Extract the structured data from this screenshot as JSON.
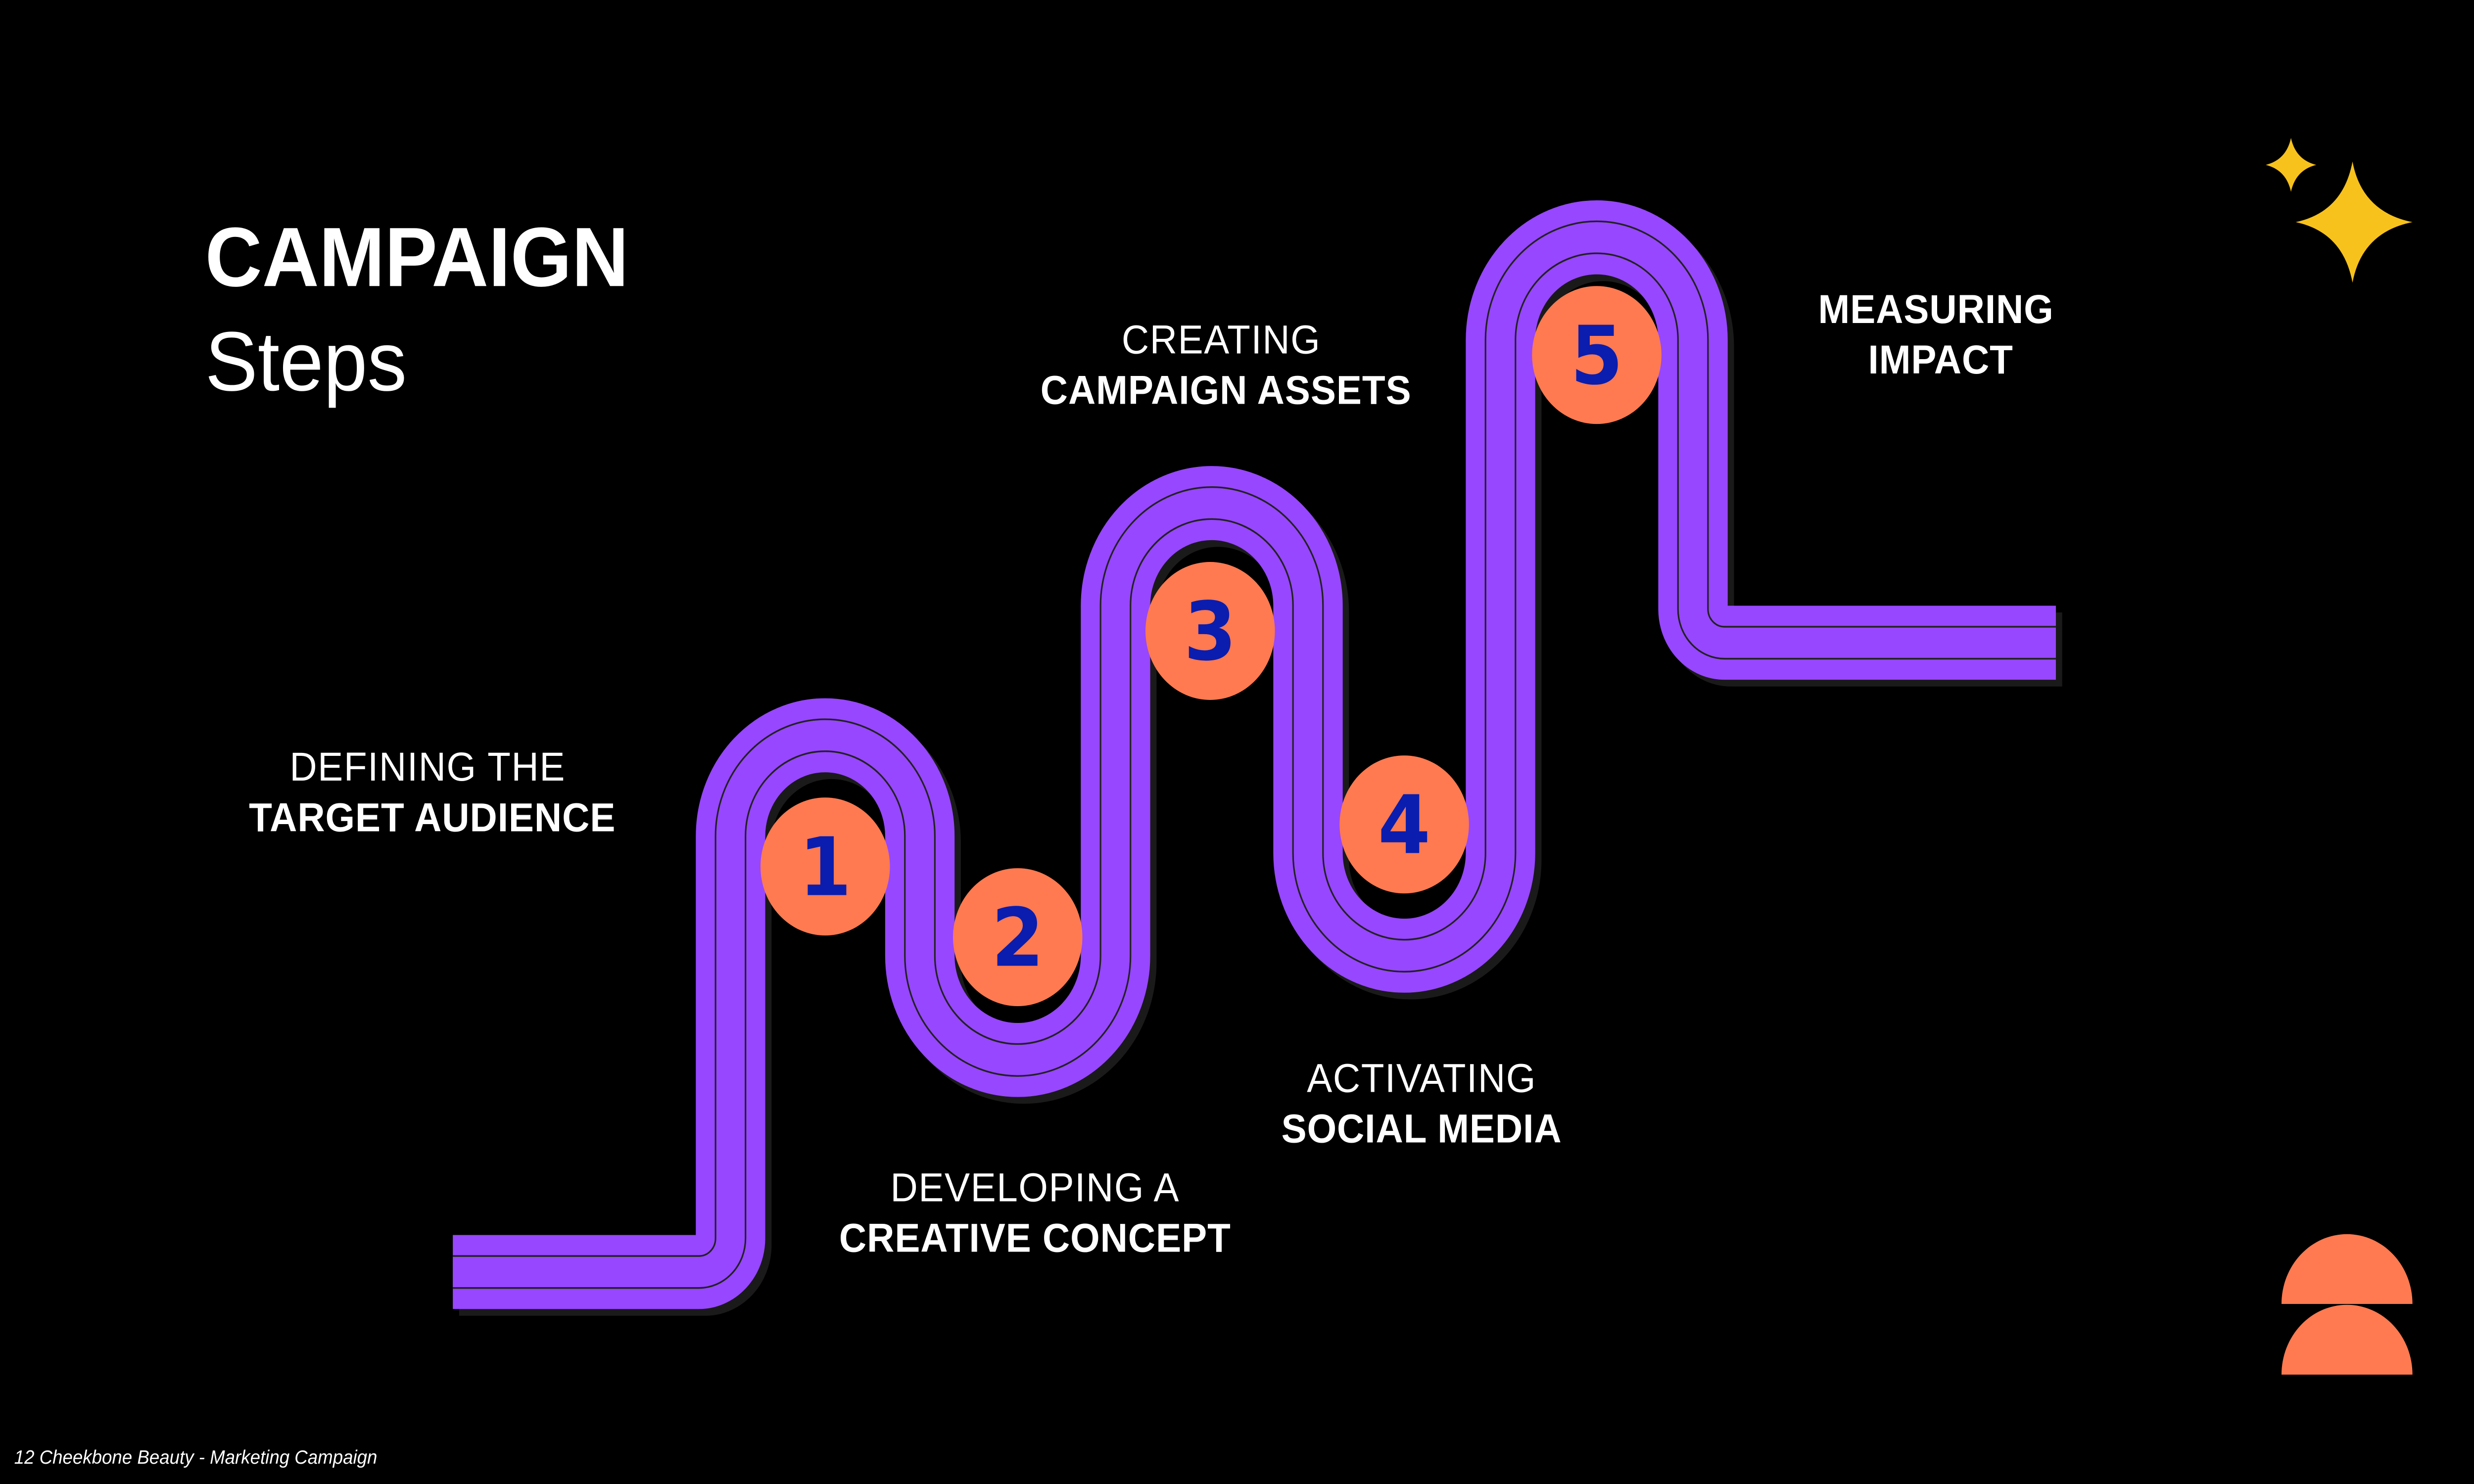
{
  "title": {
    "line1": "CAMPAIGN",
    "line2": "Steps"
  },
  "steps": [
    {
      "number": "1",
      "line1": "DEFINING THE",
      "line2": "TARGET AUDIENCE"
    },
    {
      "number": "2",
      "line1": "DEVELOPING A",
      "line2": "CREATIVE CONCEPT"
    },
    {
      "number": "3",
      "line1": "CREATING",
      "line2": "CAMPAIGN ASSETS"
    },
    {
      "number": "4",
      "line1": "ACTIVATING",
      "line2": "SOCIAL MEDIA"
    },
    {
      "number": "5",
      "line1": "MEASURING",
      "line2": "IMPACT"
    }
  ],
  "footer": "12 Cheekbone Beauty - Marketing Campaign",
  "colors": {
    "road": "#9747FF",
    "marker": "#FF7A50",
    "number": "#0A1DAF",
    "star": "#F8C21C",
    "background": "#000000"
  }
}
